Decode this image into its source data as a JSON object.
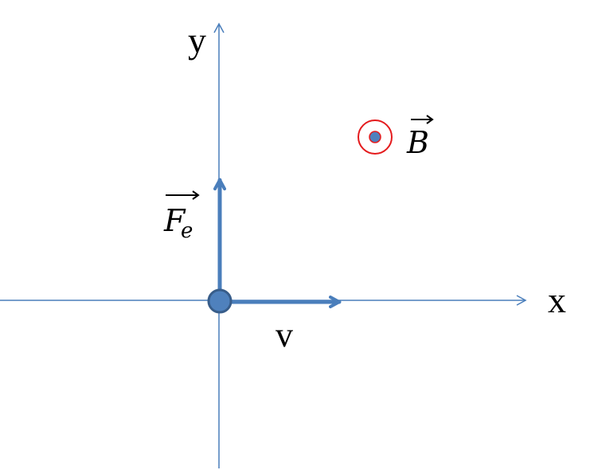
{
  "labels": {
    "y_axis": "y",
    "x_axis": "x",
    "velocity": "v",
    "force_main": "F",
    "force_sub": "e",
    "field": "B"
  },
  "colors": {
    "axis": "#4a7ebb",
    "vector": "#4a7ebb",
    "particle_fill": "#4f81bd",
    "particle_stroke": "#385d8a",
    "field_ring": "#e41a1c",
    "field_dot": "#4f81bd",
    "text": "#000000"
  },
  "icons": {
    "field_symbol": "out-of-page-icon",
    "particle": "charge-dot-icon"
  }
}
